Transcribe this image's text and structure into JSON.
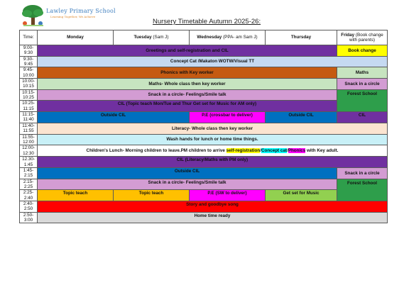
{
  "school": {
    "name": "Lawley Primary School",
    "motto": "Learning Together, We Achieve"
  },
  "title": "Nursery Timetable Autumn 2025-26:",
  "headers": {
    "time": "Time:",
    "monday": "Monday",
    "tuesday": "Tuesday",
    "tuesday_note": "(Sam J)",
    "wednesday": "Wednesday",
    "wednesday_note": "(PPA- am Sam J)",
    "thursday": "Thursday",
    "friday": "Friday",
    "friday_note": "(Book change with parents)"
  },
  "times": {
    "t1": [
      "9:00-",
      "9:30"
    ],
    "t2": [
      "9:30-",
      "9:45"
    ],
    "t3": [
      "9:45-",
      "10:00"
    ],
    "t4": [
      "10:00-",
      "10:15"
    ],
    "t5": [
      "10:15-",
      "10:25"
    ],
    "t6": [
      "10:25-",
      "11:15"
    ],
    "t7": [
      "11:15-",
      "11:40"
    ],
    "t8": [
      "11:40-",
      "11:55"
    ],
    "t9": [
      "11:55-",
      "12:00"
    ],
    "t10": [
      "12:00-",
      "12:30"
    ],
    "t11": [
      "12.30-",
      "1:45"
    ],
    "t12": [
      "1:45-",
      "2:15"
    ],
    "t13": [
      "2:15-",
      "2:25"
    ],
    "t14": [
      "2:25-",
      "2:40"
    ],
    "t15": [
      "2:40-",
      "2:50"
    ],
    "t16": [
      "2:50-",
      "3:00"
    ]
  },
  "cells": {
    "r1_mon_thu": "Greetings and self-registration and CIL",
    "r1_fri": "Book change",
    "r2_all": "Concept Cat /Makaton WOTW/Visual TT",
    "r3_mon_thu": "Phonics with Key worker",
    "r3_fri": "Maths",
    "r4_mon_thu": "Maths- Whole class then key worker",
    "r4_fri": "Snack in a circle",
    "r5_mon_thu": "Snack in a circle- Feelings/Smile talk",
    "r56_fri": "Forest School",
    "r6_mon_thu": "CIL (Topic teach Mon/Tue and Thur Get set for Music for AM only)",
    "r7_mon_tue": "Outside CIL",
    "r7_wed": "P.E (crossbar to deliver)",
    "r7_thu": "Outside CIL",
    "r7_fri": "CIL",
    "r8_all": "Literacy- Whole class then key worker",
    "r9_all": "Wash hands for lunch or home time things.",
    "r10_text": "Children's Lunch- Morning children to leave.PM children to arrive",
    "r10_hl1": "self-registration",
    "r10_sep1": "/",
    "r10_hl2": "Concept cat",
    "r10_sep2": "/",
    "r10_hl3": "Phonics",
    "r10_end": "with Key adult.",
    "r11_all": "CIL (Literacy/Maths with PM only)",
    "r12_mon_thu": "Outside CIL",
    "r12_fri": "Snack in a circle",
    "r13_mon_thu": "Snack in a circle- Feelings/Smile talk",
    "r1314_fri": "Forest School",
    "r14_mon": "Topic teach",
    "r14_tue": "Topic teach",
    "r14_wed": "P.E (SW to deliver)",
    "r14_thu": "Get set for Music",
    "r15_all": "Story and goodbye song",
    "r16_all": "Home time ready"
  },
  "colors": {
    "purple": "#7030a0",
    "light_blue": "#c5d9f1",
    "orange": "#c55a11",
    "mauve": "#d39cd3",
    "green": "#2e9e4b",
    "mint": "#c7e4c0",
    "blue": "#0070c0",
    "magenta": "#ff00ff",
    "peach": "#fbe4d0",
    "cyan": "#c8f0f7",
    "gold": "#ffc000",
    "lime": "#92d050",
    "red": "#ff0000",
    "grey": "#d9d9d9",
    "yellow": "#ffff00"
  }
}
